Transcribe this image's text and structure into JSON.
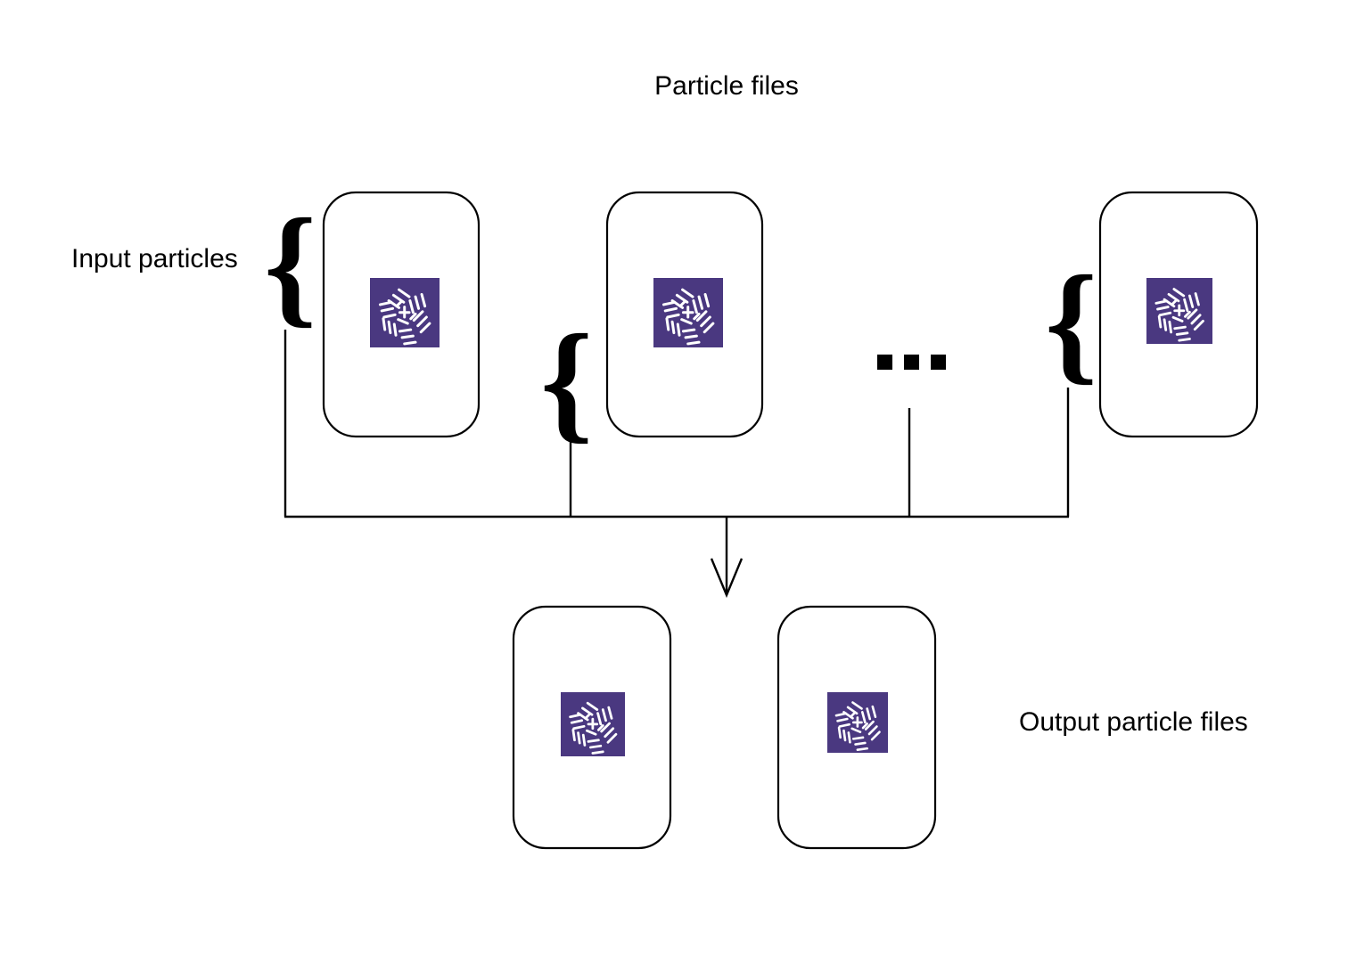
{
  "diagram": {
    "title": "Particle files",
    "labels": {
      "input": "Input particles",
      "output": "Output particle files"
    },
    "brace_glyph": "{",
    "ellipsis_name": "ellipsis-dots",
    "colors": {
      "accent_purple": "#4a3880",
      "stroke_black": "#000000",
      "background_white": "#ffffff"
    },
    "input_boxes": [
      {
        "name": "input-particle-file-1",
        "icon": "particle-stack-icon"
      },
      {
        "name": "input-particle-file-2",
        "icon": "particle-stack-icon"
      },
      {
        "name": "input-particle-file-n",
        "icon": "particle-stack-icon"
      }
    ],
    "output_boxes": [
      {
        "name": "output-particle-file-1",
        "icon": "particle-stack-icon"
      },
      {
        "name": "output-particle-file-2",
        "icon": "particle-stack-icon"
      }
    ],
    "braces": [
      {
        "name": "brace-input-1"
      },
      {
        "name": "brace-input-2"
      },
      {
        "name": "brace-input-n"
      }
    ],
    "flow": {
      "arrow_name": "merge-arrow-down",
      "junction_name": "merge-junction-bar"
    }
  }
}
